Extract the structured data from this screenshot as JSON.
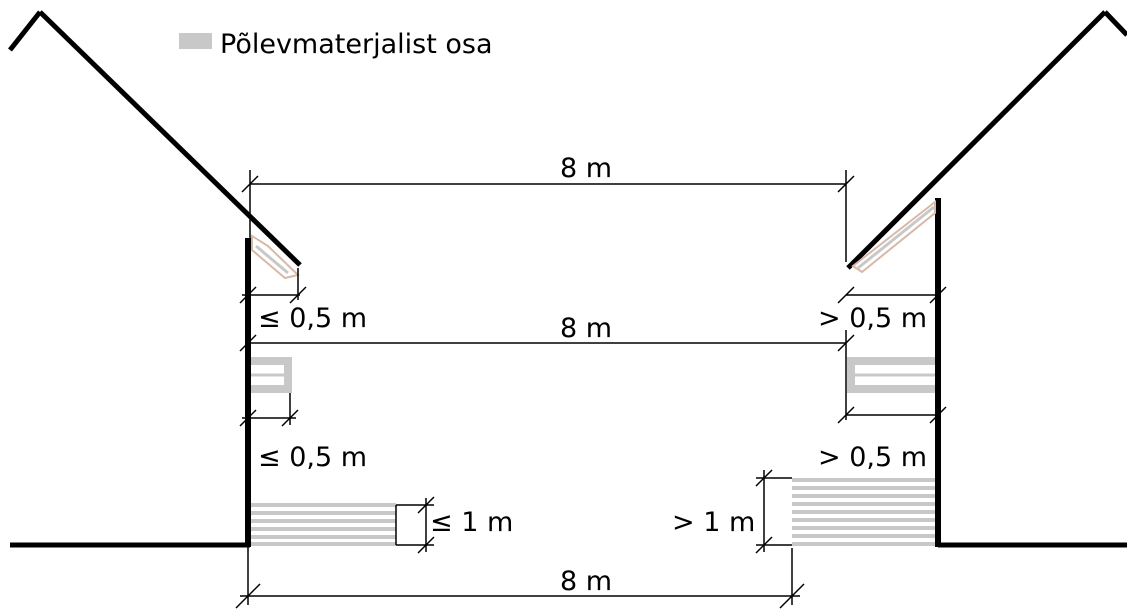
{
  "legend": {
    "label": "Põlevmaterjalist osa",
    "swatch_color": "#c8c8c8"
  },
  "colors": {
    "structure": "#000000",
    "combustible_fill": "#c8c8c8",
    "combustible_stripe": "#ffffff",
    "combustible_edge": "#d9b8a8",
    "background": "#ffffff"
  },
  "dimensions": {
    "top_distance": "8 m",
    "left_eaves_overhang": "≤ 0,5 m",
    "right_eaves_overhang": "> 0,5 m",
    "middle_distance": "8 m",
    "left_balcony_depth": "≤ 0,5 m",
    "right_balcony_depth": "> 0,5 m",
    "left_low_height": "≤ 1 m",
    "right_low_height": "> 1 m",
    "bottom_distance": "8 m"
  }
}
